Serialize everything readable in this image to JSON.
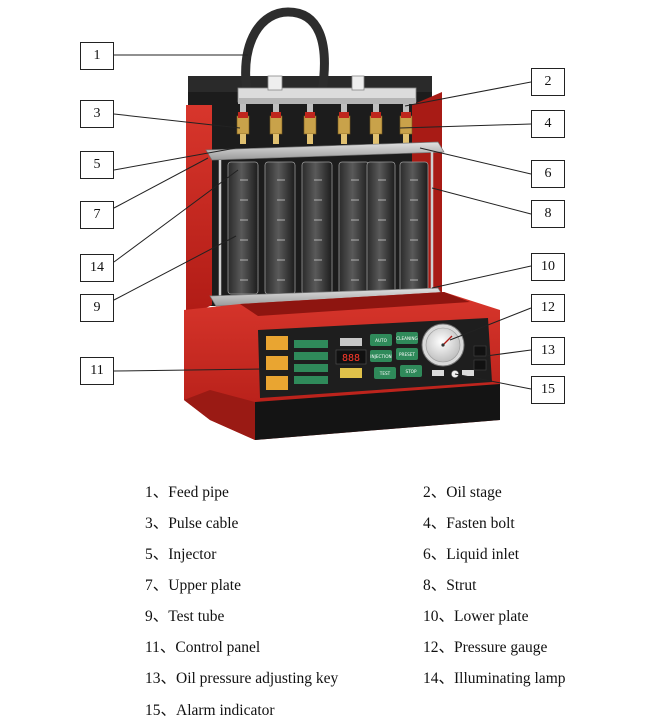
{
  "callouts": [
    "1",
    "2",
    "3",
    "4",
    "5",
    "6",
    "7",
    "8",
    "14",
    "10",
    "9",
    "12",
    "11",
    "13",
    "15"
  ],
  "legend": [
    "1、Feed pipe",
    "2、Oil stage",
    "3、Pulse cable",
    "4、Fasten bolt",
    "5、Injector",
    "6、Liquid inlet",
    "7、Upper plate",
    "8、Strut",
    "9、Test tube",
    "10、Lower plate",
    "11、Control panel",
    "12、Pressure gauge",
    "13、Oil pressure adjusting key",
    "14、Illuminating lamp",
    "15、Alarm indicator"
  ],
  "panel": {
    "left_buttons": [
      "AUTO",
      "CLEANING",
      "INJECTION",
      "PRESET",
      "TEST",
      "STOP"
    ],
    "display": "888"
  },
  "colors": {
    "body_red": "#c8231c",
    "frame_dark": "#1c1c1c",
    "panel_green": "#2f8a5a"
  }
}
